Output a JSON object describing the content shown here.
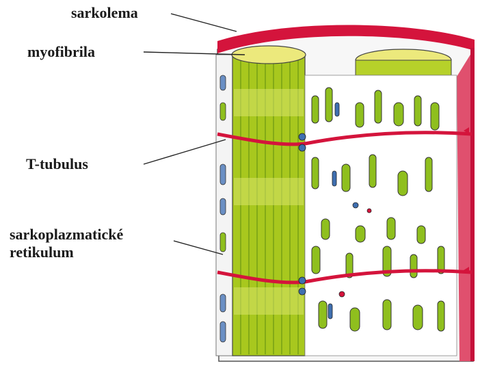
{
  "labels": {
    "sarkolema": "sarkolema",
    "myofibrila": "myofibrila",
    "t_tubulus": "T-tubulus",
    "sr_line1": "sarkoplazmatické",
    "sr_line2": "retikulum"
  },
  "colors": {
    "sarkolema_red": "#d4143c",
    "myofibril_green": "#a8c81e",
    "myofibril_dark": "#6f9a14",
    "myofibril_top": "#ece97c",
    "sr_green": "#8fbf1e",
    "t_tubule_blue": "#3f6fb0",
    "cytoplasm": "#ffffff",
    "outline": "#333333"
  }
}
